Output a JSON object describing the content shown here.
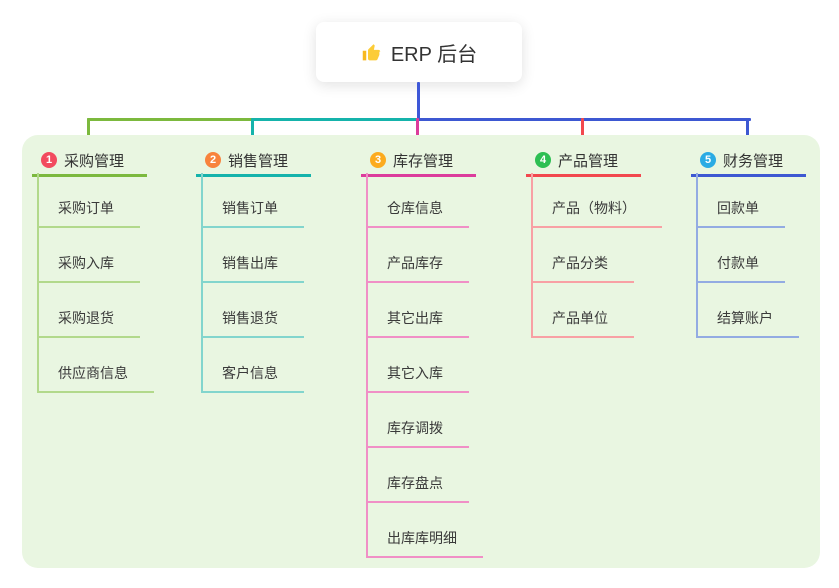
{
  "root": {
    "icon": "thumbs-up-icon",
    "label": "ERP 后台"
  },
  "branches": [
    {
      "num": "1",
      "label": "采购管理",
      "badge_color": "#f24b5f",
      "line_color": "#7cb93e",
      "sub_line_color": "#b2d98b",
      "items": [
        "采购订单",
        "采购入库",
        "采购退货",
        "供应商信息"
      ]
    },
    {
      "num": "2",
      "label": "销售管理",
      "badge_color": "#f8833c",
      "line_color": "#15b3ab",
      "sub_line_color": "#82d5cd",
      "items": [
        "销售订单",
        "销售出库",
        "销售退货",
        "客户信息"
      ]
    },
    {
      "num": "3",
      "label": "库存管理",
      "badge_color": "#fcab1e",
      "line_color": "#dc3c9c",
      "sub_line_color": "#f08fc6",
      "items": [
        "仓库信息",
        "产品库存",
        "其它出库",
        "其它入库",
        "库存调拨",
        "库存盘点",
        "出库库明细"
      ]
    },
    {
      "num": "4",
      "label": "产品管理",
      "badge_color": "#2dbf53",
      "line_color": "#f2484e",
      "sub_line_color": "#f8a0a4",
      "items": [
        "产品（物料）",
        "产品分类",
        "产品单位"
      ]
    },
    {
      "num": "5",
      "label": "财务管理",
      "badge_color": "#2aabe4",
      "line_color": "#3d58d2",
      "sub_line_color": "#93abe2",
      "items": [
        "回款单",
        "付款单",
        "结算账户"
      ]
    }
  ],
  "colors": {
    "canvas_bg": "#ffffff",
    "panel_bg": "#e9f6e1",
    "root_connector": "#3e58d8",
    "text": "#333333"
  }
}
